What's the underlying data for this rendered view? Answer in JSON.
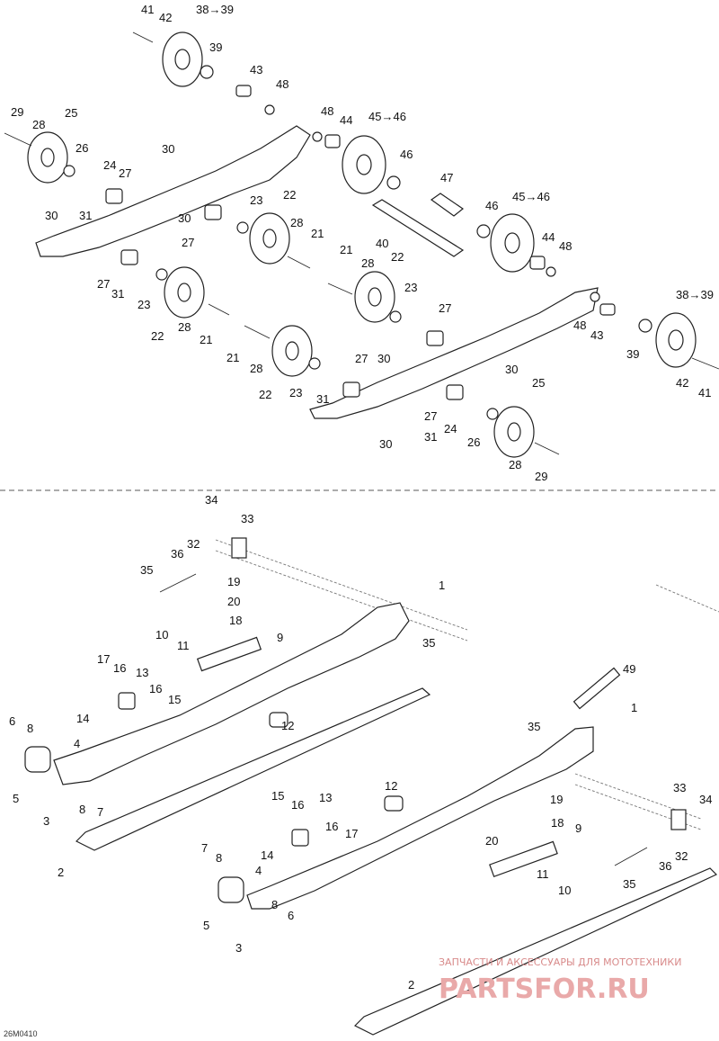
{
  "diagram": {
    "drawing_code": "26M0410",
    "callouts": {
      "c1": "1",
      "c2": "2",
      "c3": "3",
      "c4": "4",
      "c5": "5",
      "c6": "6",
      "c7": "7",
      "c8": "8",
      "c9": "9",
      "c10": "10",
      "c11": "11",
      "c12": "12",
      "c13": "13",
      "c14": "14",
      "c15": "15",
      "c16": "16",
      "c17": "17",
      "c18": "18",
      "c19": "19",
      "c20": "20",
      "c21": "21",
      "c22": "22",
      "c23": "23",
      "c24": "24",
      "c25": "25",
      "c26": "26",
      "c27": "27",
      "c28": "28",
      "c29": "29",
      "c30": "30",
      "c31": "31",
      "c32": "32",
      "c33": "33",
      "c34": "34",
      "c35": "35",
      "c36": "36",
      "c39": "39",
      "c40": "40",
      "c41": "41",
      "c42": "42",
      "c43": "43",
      "c44": "44",
      "c46": "46",
      "c47": "47",
      "c48": "48",
      "c49": "49",
      "c38to39": "38→39",
      "c45to46": "45→46"
    }
  },
  "watermark": {
    "tagline": "ЗАПЧАСТИ И АКСЕССУАРЫ ДЛЯ МОТОТЕХНИКИ",
    "brand": "PARTSFOR.RU",
    "colors": {
      "brand": "#e9a9a9",
      "tagline": "#d88a8a"
    }
  }
}
